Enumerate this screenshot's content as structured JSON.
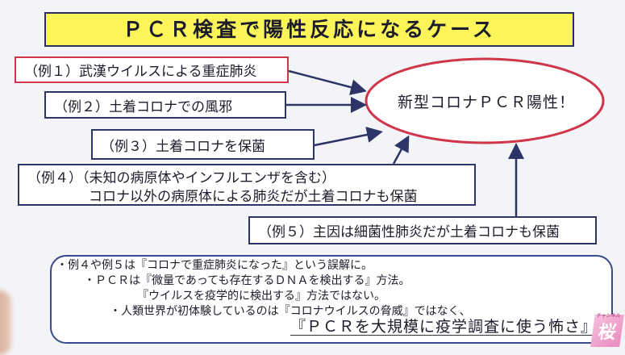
{
  "title": "ＰＣＲ検査で陽性反応になるケース",
  "result": "新型コロナＰＣＲ陽性！",
  "examples": [
    {
      "label": "（例１）武漢ウイルスによる重症肺炎"
    },
    {
      "label": "（例２）土着コロナでの風邪"
    },
    {
      "label": "（例３）土着コロナを保菌"
    },
    {
      "line1": "（例４）（未知の病原体やインフルエンザを含む）",
      "line2": "コロナ以外の病原体による肺炎だが土着コロナも保菌"
    },
    {
      "label": "（例５）主因は細菌性肺炎だが土着コロナも保菌"
    }
  ],
  "notes": [
    "・例４や例５は『コロナで重症肺炎になった』という誤解に。",
    "・ＰＣＲは『微量であっても存在するＤＮＡを検出する』方法。",
    "『ウイルスを疫学的に検出する』方法ではない。",
    "・人類世界が初体験しているのは『コロナウイルスの脅威』ではなく、",
    "『ＰＣＲを大規模に疫学調査に使う怖さ』"
  ],
  "logo": {
    "text": "桜",
    "small": "チャンネル"
  }
}
